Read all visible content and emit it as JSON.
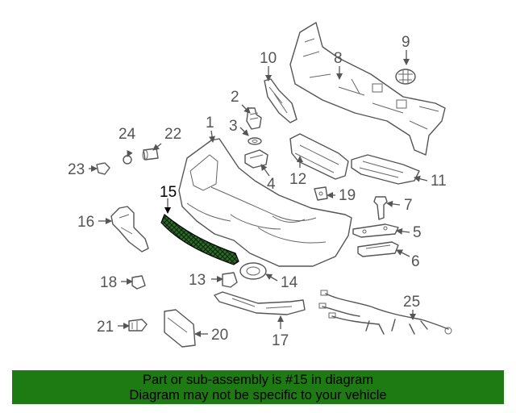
{
  "diagram": {
    "callouts": [
      "1",
      "2",
      "3",
      "4",
      "5",
      "6",
      "7",
      "8",
      "9",
      "10",
      "11",
      "12",
      "13",
      "14",
      "15",
      "16",
      "17",
      "18",
      "19",
      "20",
      "21",
      "22",
      "23",
      "24",
      "25"
    ],
    "highlighted_part": "15",
    "highlight_color": "#2f6b2a"
  },
  "banner": {
    "line1": "Part or sub-assembly is #15 in diagram",
    "line2": "Diagram may not be specific to your vehicle",
    "background": "#1e7a12"
  }
}
